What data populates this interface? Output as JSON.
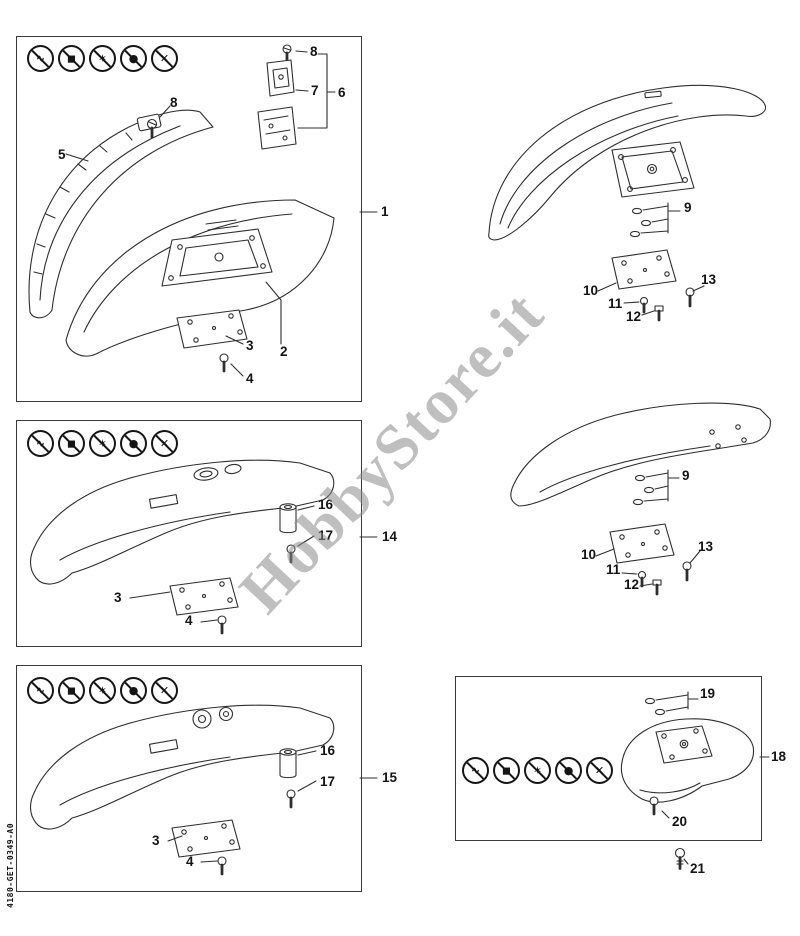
{
  "doc_code": "4180-GET-0349-A0",
  "watermark": "HobbyStore.it",
  "colors": {
    "line": "#2e2e2e",
    "watermark": "#8a8a8a",
    "background": "#ffffff"
  },
  "restriction_icons": [
    {
      "name": "no-saw-chain-icon",
      "glyph": "∿"
    },
    {
      "name": "no-square-blade-icon",
      "glyph": "◼"
    },
    {
      "name": "no-three-wing-blade-icon",
      "glyph": "✶"
    },
    {
      "name": "no-shredder-disc-icon",
      "glyph": "●"
    },
    {
      "name": "no-cross-blade-icon",
      "glyph": "✕"
    }
  ],
  "panels": {
    "p1": {
      "title": "deflector assembly with limiter blade",
      "callouts": {
        "screw_top": "8",
        "bracket": "7",
        "group": "6",
        "screw": "8",
        "limiter": "5",
        "assembly": "1",
        "plate": "3",
        "deflector": "2",
        "bolt": "4"
      }
    },
    "p2": {
      "title": "deflector top view with fasteners",
      "callouts": {
        "washers": "9",
        "plate": "10",
        "nut": "11",
        "screw": "12",
        "bolt": "13"
      }
    },
    "p3": {
      "title": "deflector assembly 14",
      "callouts": {
        "spacer": "16",
        "spacer_screw": "17",
        "assembly": "14",
        "plate": "3",
        "bolt": "4"
      }
    },
    "p4": {
      "title": "deflector top view with fasteners",
      "callouts": {
        "washers": "9",
        "plate": "10",
        "nut": "11",
        "screw": "12",
        "bolt": "13"
      }
    },
    "p5": {
      "title": "deflector assembly 15",
      "callouts": {
        "spacer": "16",
        "spacer_screw": "17",
        "assembly": "15",
        "plate": "3",
        "bolt": "4"
      }
    },
    "p6": {
      "title": "guard assembly 18",
      "callouts": {
        "washers": "19",
        "assembly": "18",
        "screw": "20",
        "bolt": "21"
      }
    }
  }
}
